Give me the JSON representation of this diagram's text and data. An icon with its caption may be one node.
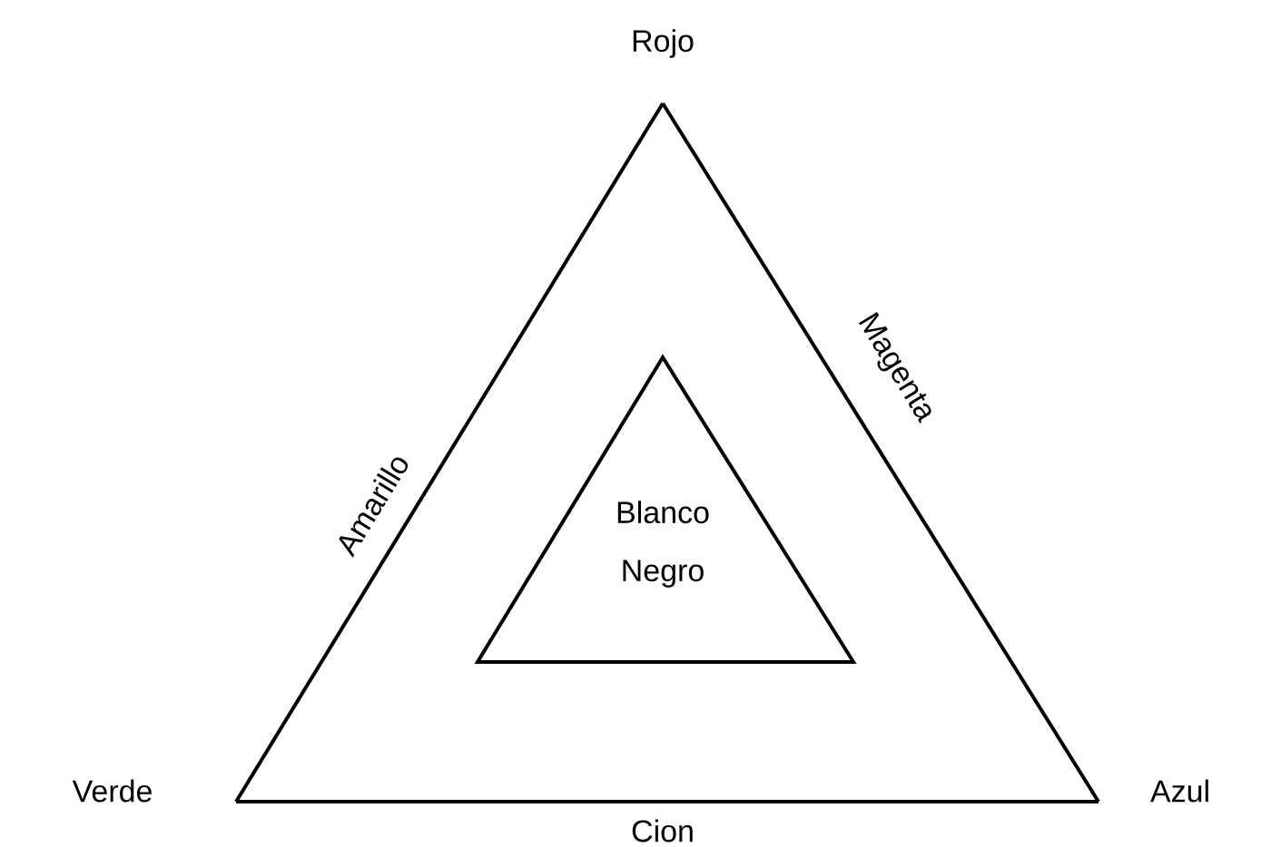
{
  "diagram": {
    "nodes": [
      {
        "text": [
          "Rojo"
        ]
      },
      {
        "text": [
          "Verde"
        ]
      },
      {
        "text": [
          "Azul"
        ]
      },
      {
        "text": [
          "Blanco",
          "Negro"
        ]
      }
    ],
    "edges": [
      {
        "from": 1,
        "to": 0,
        "arrow": "none",
        "label": "Amarillo"
      },
      {
        "from": 0,
        "to": 2,
        "arrow": "none",
        "label": "Magenta"
      },
      {
        "from": 1,
        "to": 2,
        "arrow": "none",
        "label": "Cion"
      }
    ]
  }
}
